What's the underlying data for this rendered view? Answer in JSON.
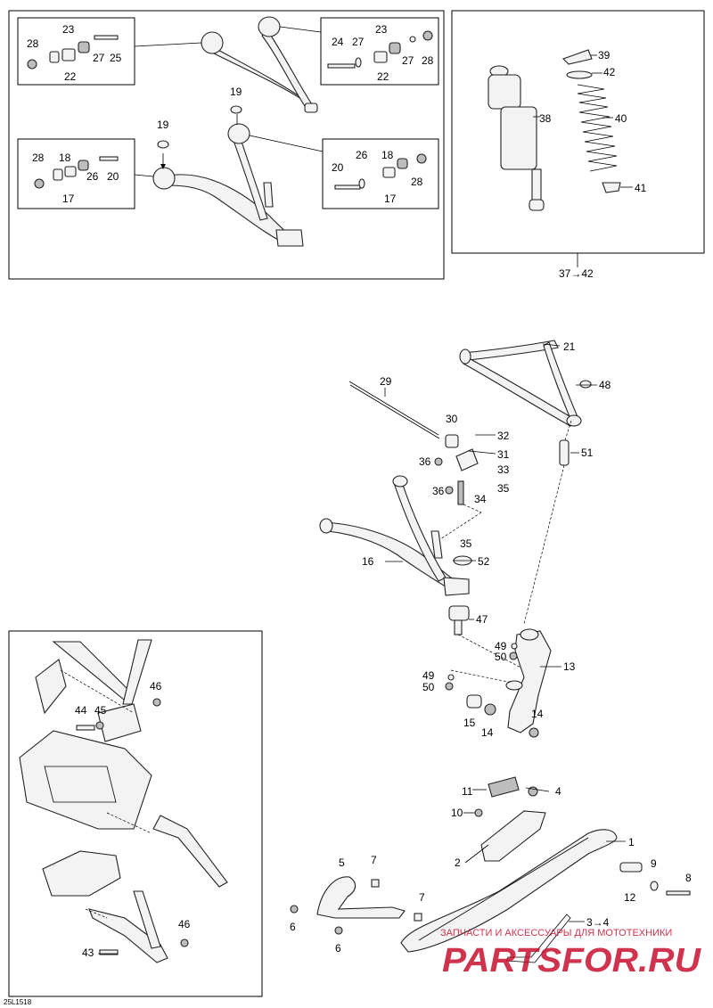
{
  "drawing_id": "25L1518",
  "watermark": {
    "subtitle": "ЗАПЧАСТИ И АКСЕССУАРЫ ДЛЯ МОТОТЕХНИКИ",
    "logo_text": "PARTSFOR.RU",
    "color": "#c8102e"
  },
  "callouts": {
    "p1": "1",
    "p2": "2",
    "p3_4": "3→4",
    "p4": "4",
    "p5": "5",
    "p6a": "6",
    "p6b": "6",
    "p7a": "7",
    "p7b": "7",
    "p8": "8",
    "p9": "9",
    "p10": "10",
    "p11": "11",
    "p12": "12",
    "p13": "13",
    "p14a": "14",
    "p14b": "14",
    "p15": "15",
    "p16": "16",
    "p21": "21",
    "p29": "29",
    "p30": "30",
    "p31": "31",
    "p32": "32",
    "p33": "33",
    "p34": "34",
    "p35a": "35",
    "p35b": "35",
    "p36a": "36",
    "p36b": "36",
    "p43": "43",
    "p44": "44",
    "p45": "45",
    "p46a": "46",
    "p46b": "46",
    "p47": "47",
    "p48": "48",
    "p49a": "49",
    "p49b": "49",
    "p50a": "50",
    "p50b": "50",
    "p51": "51",
    "p52": "52",
    "b1_23": "23",
    "b1_28": "28",
    "b1_22": "22",
    "b1_27": "27",
    "b1_25": "25",
    "b2_24": "24",
    "b2_27a": "27",
    "b2_23": "23",
    "b2_22": "22",
    "b2_27b": "27",
    "b2_28": "28",
    "b3_28": "28",
    "b3_18": "18",
    "b3_17": "17",
    "b3_26": "26",
    "b3_20": "20",
    "b4_20": "20",
    "b4_26": "26",
    "b4_18": "18",
    "b4_17": "17",
    "b4_28": "28",
    "u19a": "19",
    "u19b": "19",
    "s38": "38",
    "s39": "39",
    "s40": "40",
    "s41": "41",
    "s42": "42",
    "s_kit": "37→42"
  }
}
